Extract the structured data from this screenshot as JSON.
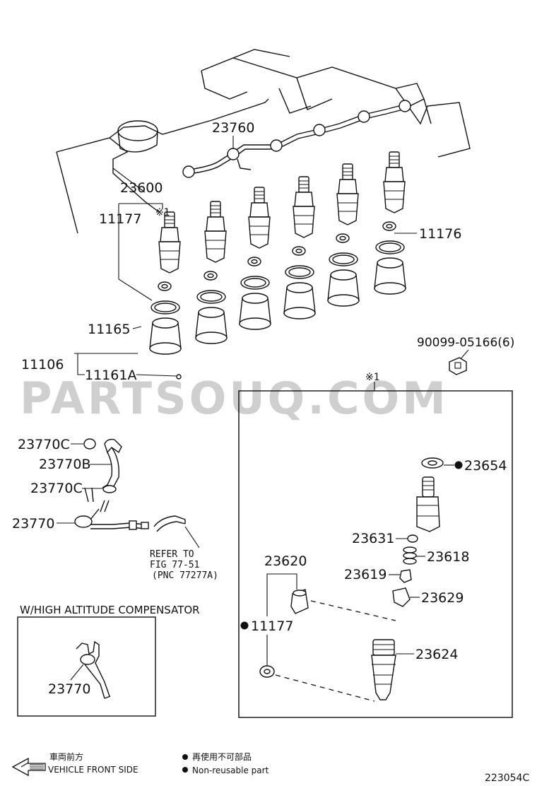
{
  "watermark": "PARTSOUQ.COM",
  "parts": {
    "p23760": "23760",
    "p23600": "23600",
    "p11177_top": "11177",
    "mark1_top": "※1",
    "p11176": "11176",
    "p11165": "11165",
    "p11106": "11106",
    "p11161a": "11161A",
    "p90099": "90099-05166(6)",
    "p23770c_a": "23770C",
    "p23770b": "23770B",
    "p23770c_b": "23770C",
    "p23770": "23770",
    "p23770_alt": "23770"
  },
  "refer": {
    "line1": "REFER TO",
    "line2": "FIG 77-51",
    "line3": "(PNC 77277A)"
  },
  "detail_box": {
    "mark": "※1",
    "p23654": "23654",
    "p23631": "23631",
    "p23618": "23618",
    "p23620": "23620",
    "p23619": "23619",
    "p23629": "23629",
    "p11177": "11177",
    "p23624": "23624"
  },
  "altitude_box": {
    "title": "W/HIGH ALTITUDE COMPENSATOR"
  },
  "legend": {
    "front_jp": "車両前方",
    "front_en": "VEHICLE FRONT SIDE",
    "nonreuse_jp": "再使用不可部品",
    "nonreuse_en": "Non-reusable part"
  },
  "figure_code": "223054C"
}
